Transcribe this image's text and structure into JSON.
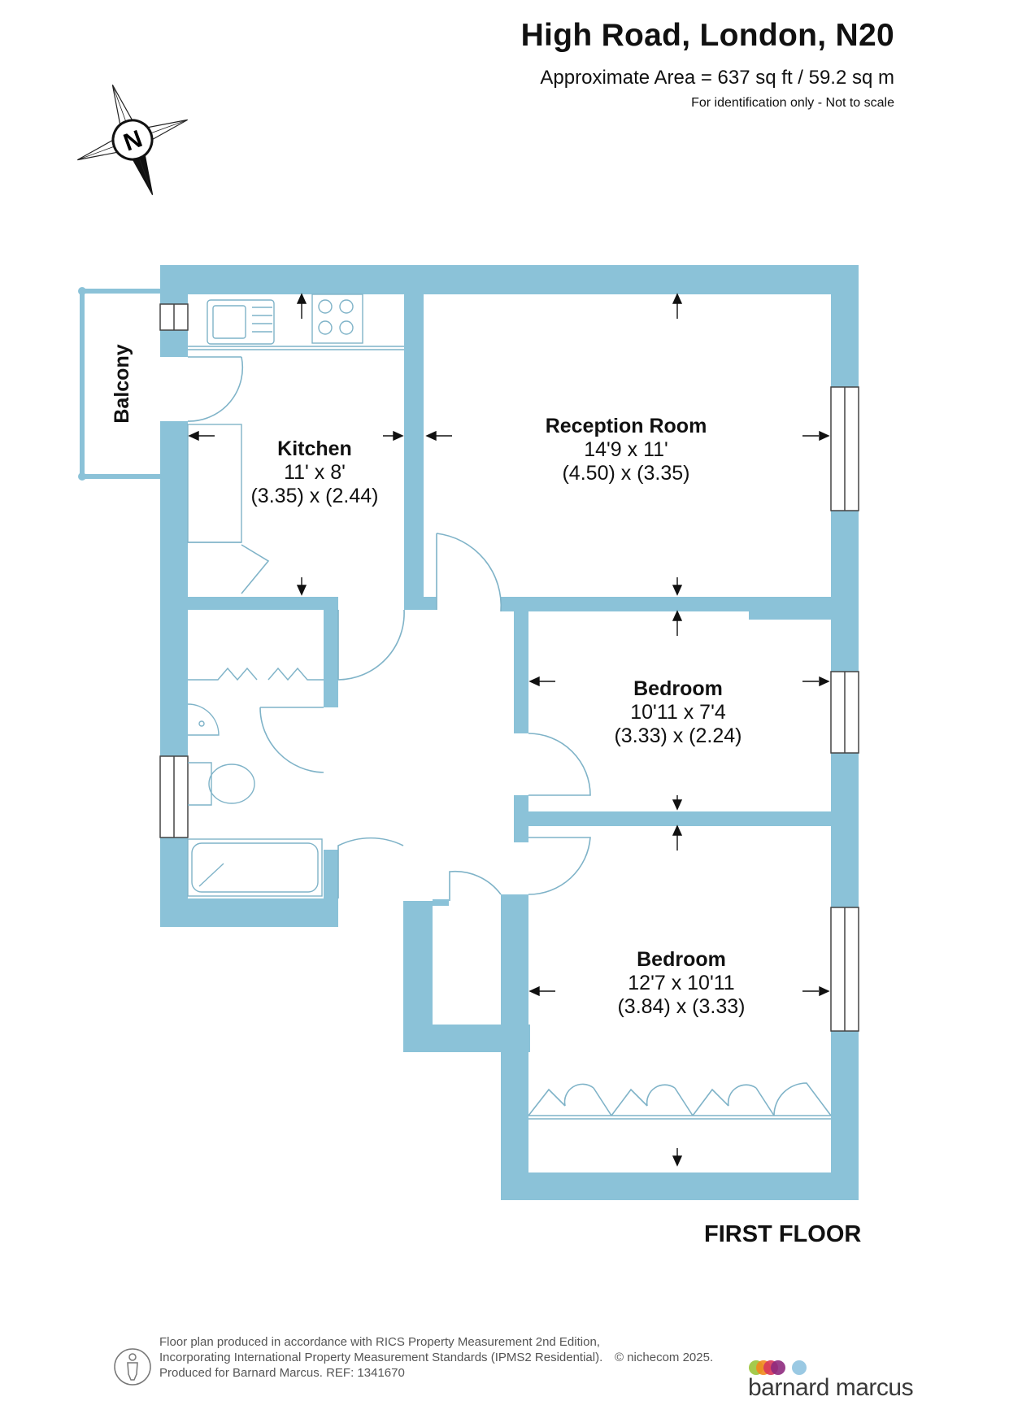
{
  "header": {
    "title": "High Road, London, N20",
    "area": "Approximate Area = 637 sq ft / 59.2 sq m",
    "note": "For identification only - Not to scale"
  },
  "compass": {
    "label": "N",
    "icon": "north-arrow-icon"
  },
  "rooms": {
    "balcony": {
      "name": "Balcony"
    },
    "kitchen": {
      "name": "Kitchen",
      "imperial": "11' x 8'",
      "metric": "(3.35) x (2.44)"
    },
    "reception": {
      "name": "Reception Room",
      "imperial": "14'9 x 11'",
      "metric": "(4.50) x (3.35)"
    },
    "bedroom1": {
      "name": "Bedroom",
      "imperial": "10'11 x 7'4",
      "metric": "(3.33) x (2.24)"
    },
    "bedroom2": {
      "name": "Bedroom",
      "imperial": "12'7 x 10'11",
      "metric": "(3.84) x (3.33)"
    }
  },
  "floor": "FIRST FLOOR",
  "footer": {
    "line1": "Floor plan produced in accordance with RICS Property Measurement 2nd Edition,",
    "line2": "Incorporating International Property Measurement Standards (IPMS2 Residential).",
    "line3": "Produced for Barnard Marcus.   REF:  1341670",
    "copyright": "© nichecom 2025."
  },
  "brand": {
    "name": "barnard marcus",
    "dot_colors": [
      "#9bc43a",
      "#f28a1e",
      "#d8365a",
      "#8e2a7e",
      "#8fc3e0"
    ]
  },
  "colors": {
    "wall": "#8bc2d8",
    "line": "#7fb3c8"
  }
}
